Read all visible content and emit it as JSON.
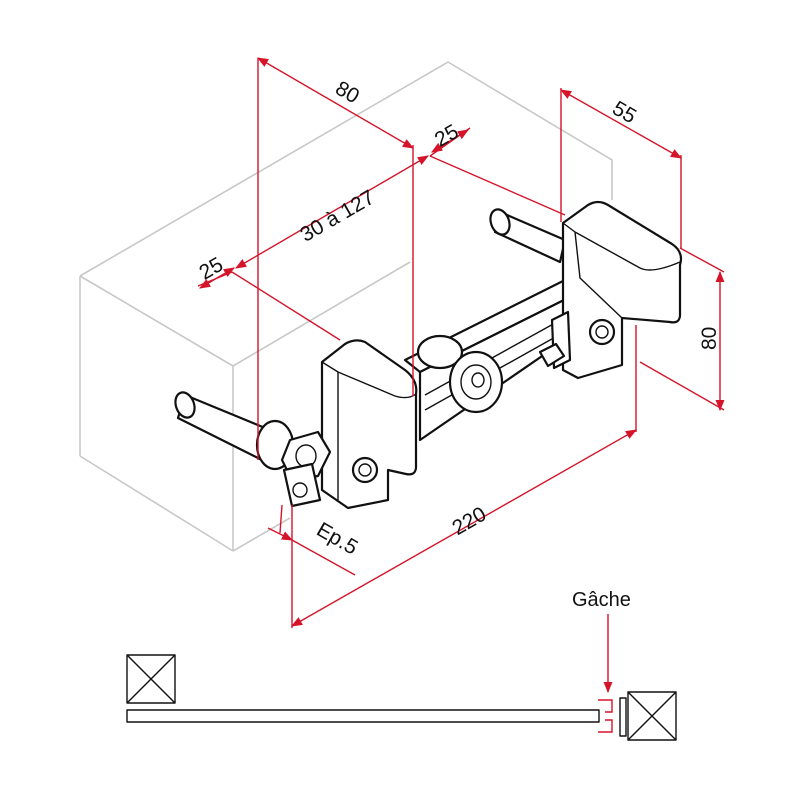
{
  "dimensions": {
    "top_length": "80",
    "strike_width": "55",
    "right_offset": "25",
    "span": "30 à 127",
    "left_offset": "25",
    "height": "80",
    "overall_length": "220",
    "thickness": "Ep.5"
  },
  "labels": {
    "strike": "Gâche"
  },
  "colors": {
    "dimension": "#d5142a",
    "outline": "#111111",
    "background_block": "#c8c8c8"
  }
}
